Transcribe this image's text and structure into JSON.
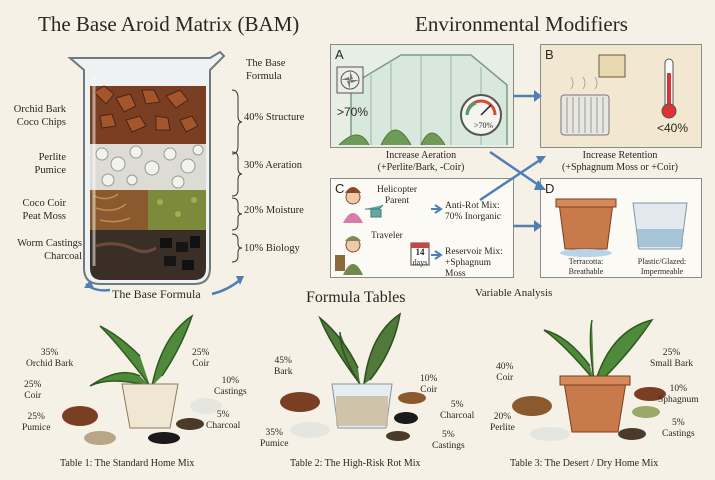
{
  "left_title": "The Base Aroid Matrix (BAM)",
  "right_title": "Environmental Modifiers",
  "base_formula_heading": [
    "The Base",
    "Formula"
  ],
  "layers": [
    {
      "materials": [
        "Orchid Bark",
        "Coco Chips"
      ],
      "percent": "40% Structure"
    },
    {
      "materials": [
        "Perlite",
        "Pumice"
      ],
      "percent": "30% Aeration"
    },
    {
      "materials": [
        "Coco Coir",
        "Peat Moss"
      ],
      "percent": "20% Moisture"
    },
    {
      "materials": [
        "Worm Castings",
        "Charcoal"
      ],
      "percent": "10% Biology"
    }
  ],
  "base_formula_caption": "The Base Formula",
  "panels": {
    "a": {
      "letter": "A",
      "humidity": ">70%",
      "gauge": ">70%",
      "caption": [
        "Increase Aeration",
        "(+Perlite/Bark, -Coir)"
      ]
    },
    "b": {
      "letter": "B",
      "humidity": "<40%",
      "caption": [
        "Increase Retention",
        "(+Sphagnum Moss or +Coir)"
      ]
    },
    "c": {
      "letter": "C",
      "helicopter": {
        "label": [
          "Helicopter",
          "Parent"
        ],
        "mix": [
          "Anti-Rot Mix:",
          "70% Inorganic"
        ]
      },
      "traveler": {
        "label": "Traveler",
        "calendar": [
          "14",
          "days"
        ],
        "mix": [
          "Reservoir Mix:",
          "+Sphagnum Moss"
        ]
      }
    },
    "d": {
      "letter": "D",
      "pots": [
        "Terracotta:\nBreathable",
        "Plastic/Glazed:\nImpermeable"
      ]
    }
  },
  "variable_analysis": "Variable Analysis",
  "formula_tables_title": "Formula Tables",
  "tables": [
    {
      "caption": "Table 1: The Standard Home Mix",
      "items": [
        [
          "35%",
          "Orchid Bark"
        ],
        [
          "25%",
          "Coir"
        ],
        [
          "25%",
          "Pumice"
        ],
        [
          "25%",
          "Coir"
        ],
        [
          "10%",
          "Castings"
        ],
        [
          "5%",
          "Charcoal"
        ]
      ]
    },
    {
      "caption": "Table 2: The High-Risk Rot Mix",
      "items": [
        [
          "45%",
          "Bark"
        ],
        [
          "35%",
          "Pumice"
        ],
        [
          "10%",
          "Coir"
        ],
        [
          "5%",
          "Charcoal"
        ],
        [
          "5%",
          "Castings"
        ]
      ]
    },
    {
      "caption": "Table 3: The Desert / Dry Home Mix",
      "items": [
        [
          "40%",
          "Coir"
        ],
        [
          "20%",
          "Perlite"
        ],
        [
          "25%",
          "Small Bark"
        ],
        [
          "10%",
          "Sphagnum"
        ],
        [
          "5%",
          "Castings"
        ]
      ]
    }
  ],
  "colors": {
    "arrow": "#4f7fb3",
    "bark": "#7a3f22",
    "perlite": "#e6e6e0",
    "coir": "#8a5a2e",
    "moss": "#7d8a3c",
    "soil": "#3a2f26",
    "terracotta": "#c97a4b"
  }
}
